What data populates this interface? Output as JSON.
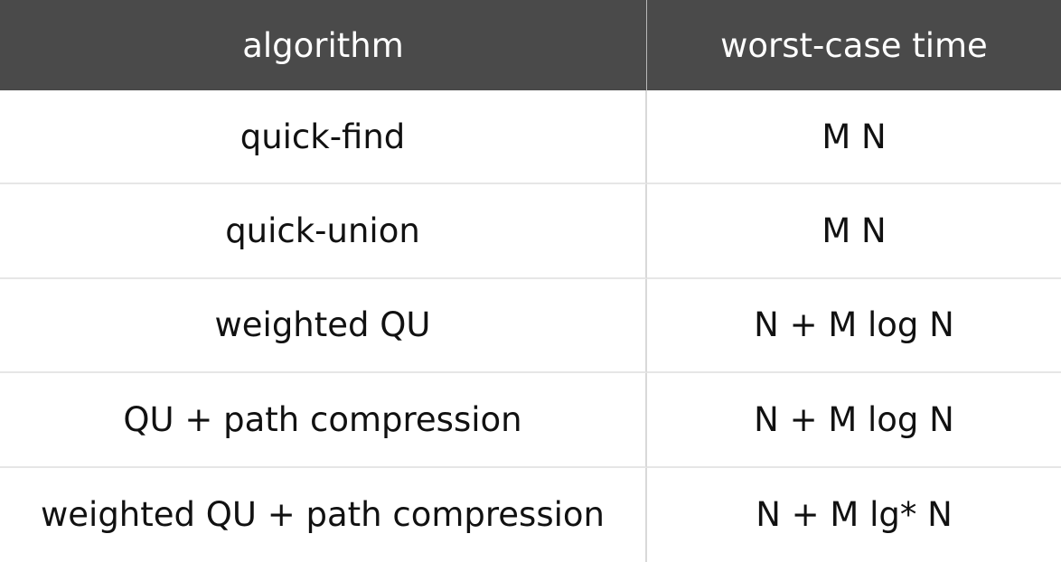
{
  "headers": {
    "algorithm": "algorithm",
    "worst_case_time": "worst-case time"
  },
  "rows": [
    {
      "algorithm": "quick-find",
      "time": "M N"
    },
    {
      "algorithm": "quick-union",
      "time": "M N"
    },
    {
      "algorithm": "weighted QU",
      "time": "N + M log N"
    },
    {
      "algorithm": "QU + path compression",
      "time": "N + M log N"
    },
    {
      "algorithm": "weighted QU + path compression",
      "time": "N + M lg* N"
    }
  ]
}
